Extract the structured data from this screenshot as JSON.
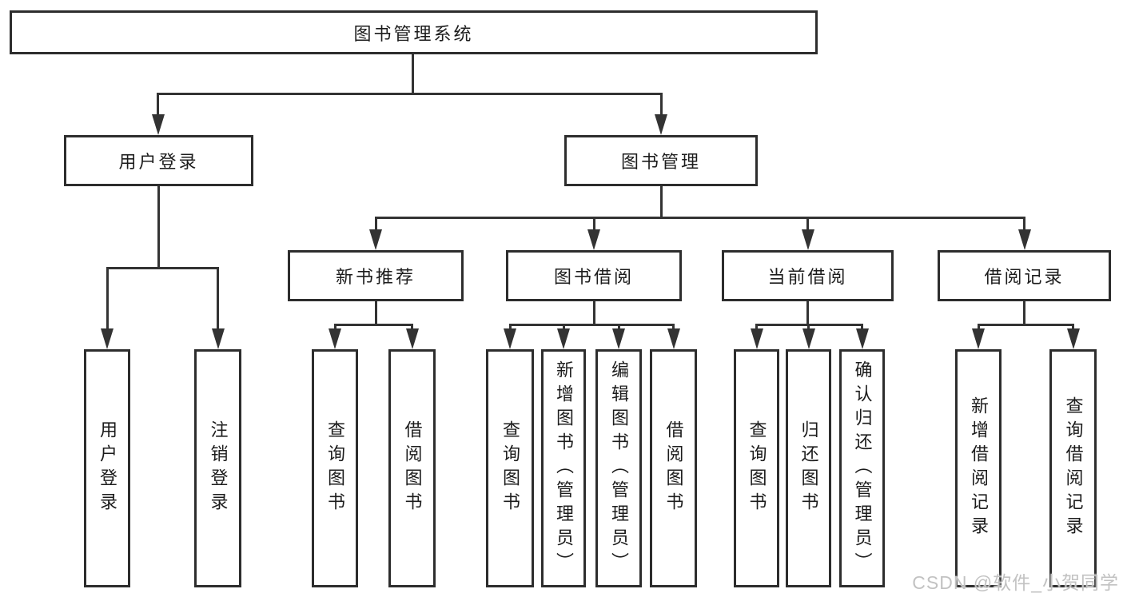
{
  "tree": {
    "root": "图书管理系统",
    "level2": [
      "用户登录",
      "图书管理"
    ],
    "level3": [
      "新书推荐",
      "图书借阅",
      "当前借阅",
      "借阅记录"
    ],
    "leaves": {
      "user": [
        "用户登录",
        "注销登录"
      ],
      "new_books": [
        "查询图书",
        "借阅图书"
      ],
      "borrow": [
        "查询图书",
        "新增图书（管理员）",
        "编辑图书（管理员）",
        "借阅图书"
      ],
      "current": [
        "查询图书",
        "归还图书",
        "确认归还（管理员）"
      ],
      "records": [
        "新增借阅记录",
        "查询借阅记录"
      ]
    }
  },
  "watermark": "CSDN @软件_小贺同学",
  "colors": {
    "line": "#333333",
    "box_border": "#2d2d2d",
    "box_background": "#ffffff",
    "text": "#1c1c1c",
    "watermark": "#c2c2c2"
  }
}
